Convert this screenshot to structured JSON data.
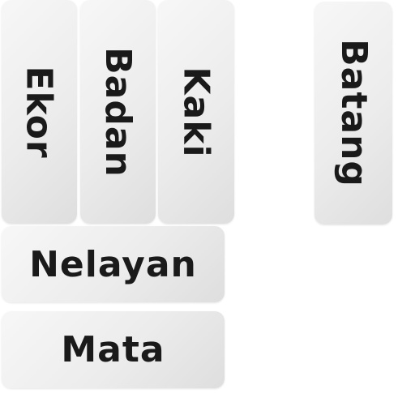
{
  "tiles": {
    "ekor": {
      "label": "Ekor"
    },
    "badan": {
      "label": "Badan"
    },
    "kaki": {
      "label": "Kaki"
    },
    "batang": {
      "label": "Batang"
    },
    "nelayan": {
      "label": "Nelayan"
    },
    "mata": {
      "label": "Mata"
    }
  }
}
